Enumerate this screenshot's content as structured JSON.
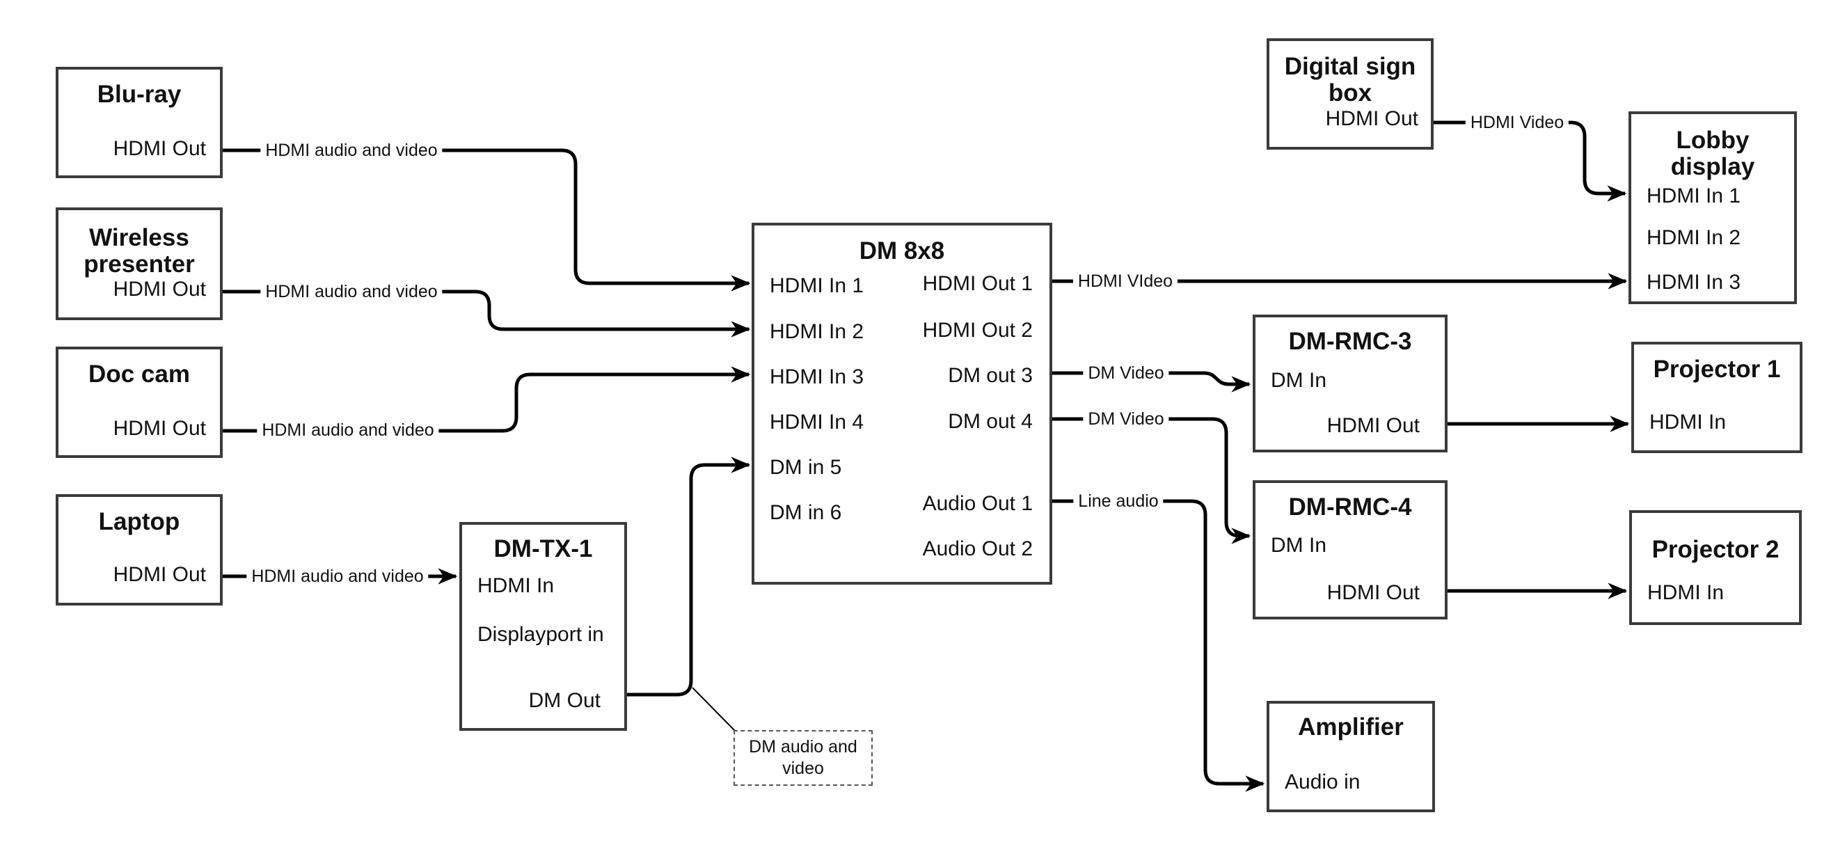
{
  "diagram": {
    "kind": "av-signal-flow-diagram",
    "colors": {
      "background": "#ffffff",
      "box_border": "#3b3b3b",
      "wire": "#000000",
      "text": "#111111",
      "callout_border": "#555555"
    },
    "nodes": {
      "bluray": {
        "title": "Blu-ray",
        "port_out": "HDMI Out"
      },
      "wireless": {
        "title_line1": "Wireless",
        "title_line2": "presenter",
        "port_out": "HDMI Out"
      },
      "doccam": {
        "title": "Doc cam",
        "port_out": "HDMI Out"
      },
      "laptop": {
        "title": "Laptop",
        "port_out": "HDMI Out"
      },
      "dmtx1": {
        "title": "DM-TX-1",
        "port_in1": "HDMI In",
        "port_in2": "Displayport in",
        "port_out": "DM Out"
      },
      "dm8x8": {
        "title": "DM 8x8",
        "inputs": [
          "HDMI In 1",
          "HDMI In 2",
          "HDMI In 3",
          "HDMI In 4",
          "DM in 5",
          "DM in 6"
        ],
        "outputs": [
          "HDMI Out 1",
          "HDMI Out 2",
          "DM out 3",
          "DM out 4",
          "Audio Out 1",
          "Audio Out 2"
        ]
      },
      "digisign": {
        "title_line1": "Digital sign",
        "title_line2": "box",
        "port_out": "HDMI Out"
      },
      "lobby": {
        "title_line1": "Lobby",
        "title_line2": "display",
        "ports": [
          "HDMI In 1",
          "HDMI In 2",
          "HDMI In 3"
        ]
      },
      "dmrmc3": {
        "title": "DM-RMC-3",
        "port_in": "DM In",
        "port_out": "HDMI Out"
      },
      "proj1": {
        "title": "Projector 1",
        "port_in": "HDMI In"
      },
      "dmrmc4": {
        "title": "DM-RMC-4",
        "port_in": "DM In",
        "port_out": "HDMI Out"
      },
      "proj2": {
        "title": "Projector 2",
        "port_in": "HDMI In"
      },
      "amp": {
        "title": "Amplifier",
        "port_in": "Audio in"
      }
    },
    "edge_labels": {
      "bluray_dm8x8": "HDMI audio and video",
      "wireless_dm8x8": "HDMI audio and video",
      "doccam_dm8x8": "HDMI audio and video",
      "laptop_dmtx1": "HDMI audio and video",
      "dm8x8_lobby": "HDMI VIdeo",
      "dm8x8_dmrmc3": "DM Video",
      "dm8x8_dmrmc4": "DM Video",
      "dm8x8_amp": "Line audio",
      "digisign_lobby": "HDMI Video"
    },
    "callout": {
      "line1": "DM audio and",
      "line2": "video"
    }
  }
}
